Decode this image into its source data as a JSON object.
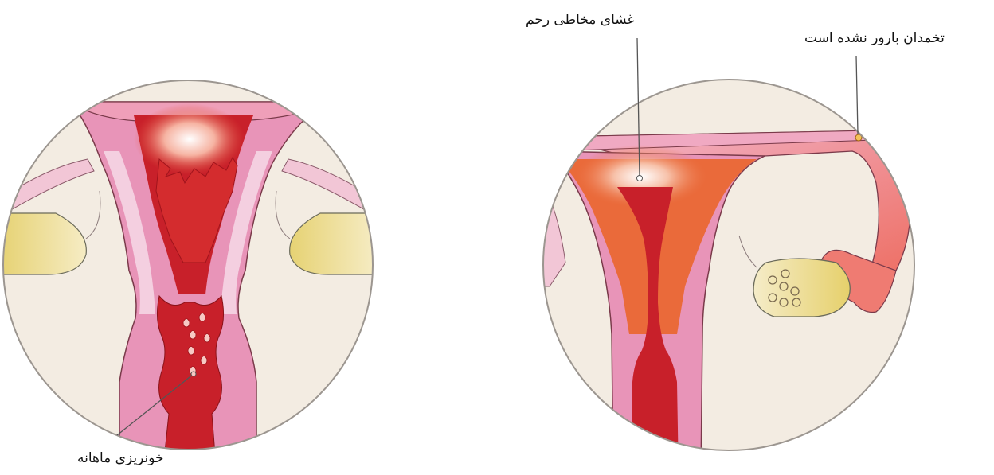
{
  "labels": {
    "endometrium": "غشای مخاطی رحم",
    "unfertilized_ovum": "تخمدان بارور نشده است",
    "menstrual_bleeding": "خونریزی ماهانه"
  },
  "colors": {
    "background_disc": "#f3ece2",
    "disc_border": "#9c9690",
    "blood_red": "#c8202a",
    "tissue_pink": "#e894b8",
    "light_pink": "#f2c6d6",
    "orange_lining": "#ea6a3a",
    "ovary_yellow": "#ead77a",
    "leader_line": "#555555"
  },
  "icons": {
    "left_figure": "uterus-menstruation",
    "right_figure": "uterus-thickened-endometrium"
  }
}
